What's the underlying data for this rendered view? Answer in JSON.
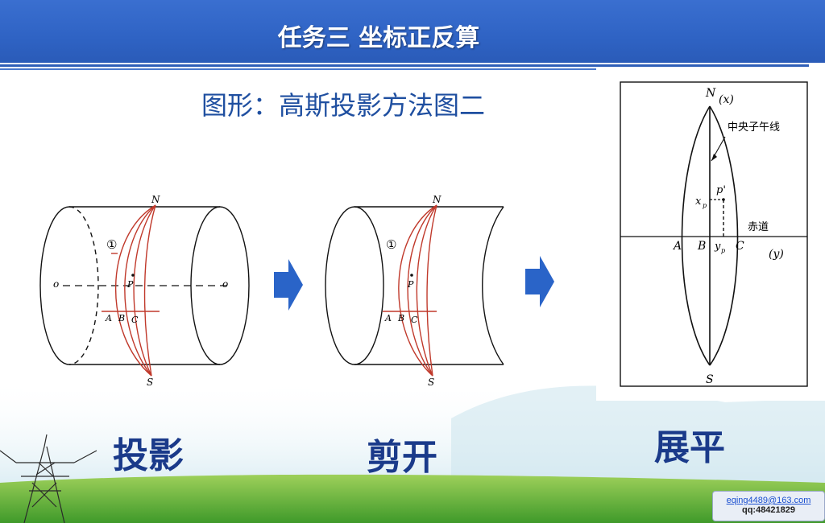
{
  "header": {
    "title": "任务三  坐标正反算"
  },
  "subtitle": "图形：高斯投影方法图二",
  "diagram1": {
    "north": "N",
    "south": "S",
    "axis_left": "o",
    "axis_right": "o",
    "circle_num": "①",
    "point": "P",
    "a": "A",
    "b": "B",
    "c": "C"
  },
  "diagram2": {
    "north": "N",
    "south": "S",
    "circle_num": "①",
    "point": "P",
    "a": "A",
    "b": "B",
    "c": "C"
  },
  "diagram3": {
    "north": "N",
    "north_axis": "(x)",
    "south": "S",
    "meridian_label": "中央子午线",
    "equator_label": "赤道",
    "point_p": "p'",
    "xp": "x",
    "xp_sub": "p",
    "yp": "y",
    "yp_sub": "p",
    "a": "A",
    "b": "B",
    "c": "C",
    "y_axis": "(y)"
  },
  "captions": {
    "projection": "投影",
    "cut": "剪开",
    "flatten": "展平"
  },
  "contact": {
    "email": "eqing4489@163.com",
    "qq": "qq:48421829"
  },
  "colors": {
    "header_blue": "#2f63c4",
    "caption_blue": "#1a3a8a",
    "meridian_red": "#c0392b",
    "arrow_blue": "#2a64c8"
  }
}
